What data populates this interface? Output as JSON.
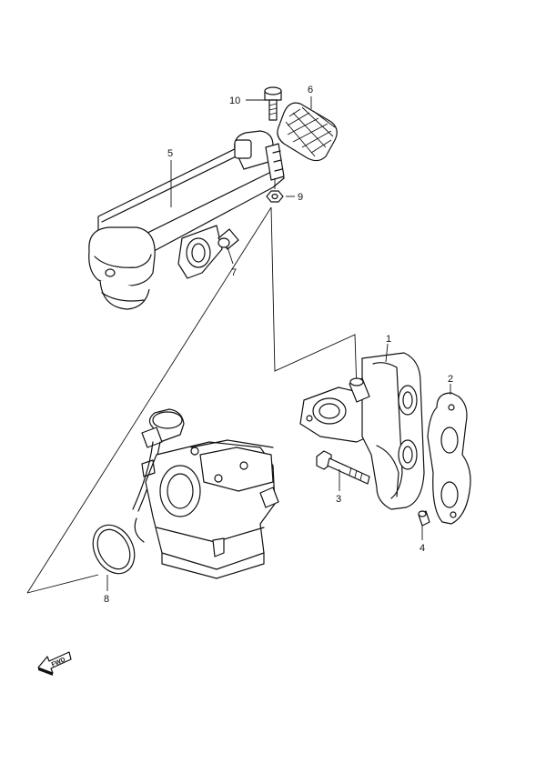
{
  "callouts": [
    {
      "id": "1",
      "text": "1"
    },
    {
      "id": "2",
      "text": "2"
    },
    {
      "id": "3",
      "text": "3"
    },
    {
      "id": "4",
      "text": "4"
    },
    {
      "id": "5",
      "text": "5"
    },
    {
      "id": "6",
      "text": "6"
    },
    {
      "id": "7",
      "text": "7"
    },
    {
      "id": "8",
      "text": "8"
    },
    {
      "id": "9",
      "text": "9"
    },
    {
      "id": "10",
      "text": "10"
    }
  ],
  "direction_marker": {
    "text": "FWD",
    "icon": "fwd-arrow-icon"
  }
}
